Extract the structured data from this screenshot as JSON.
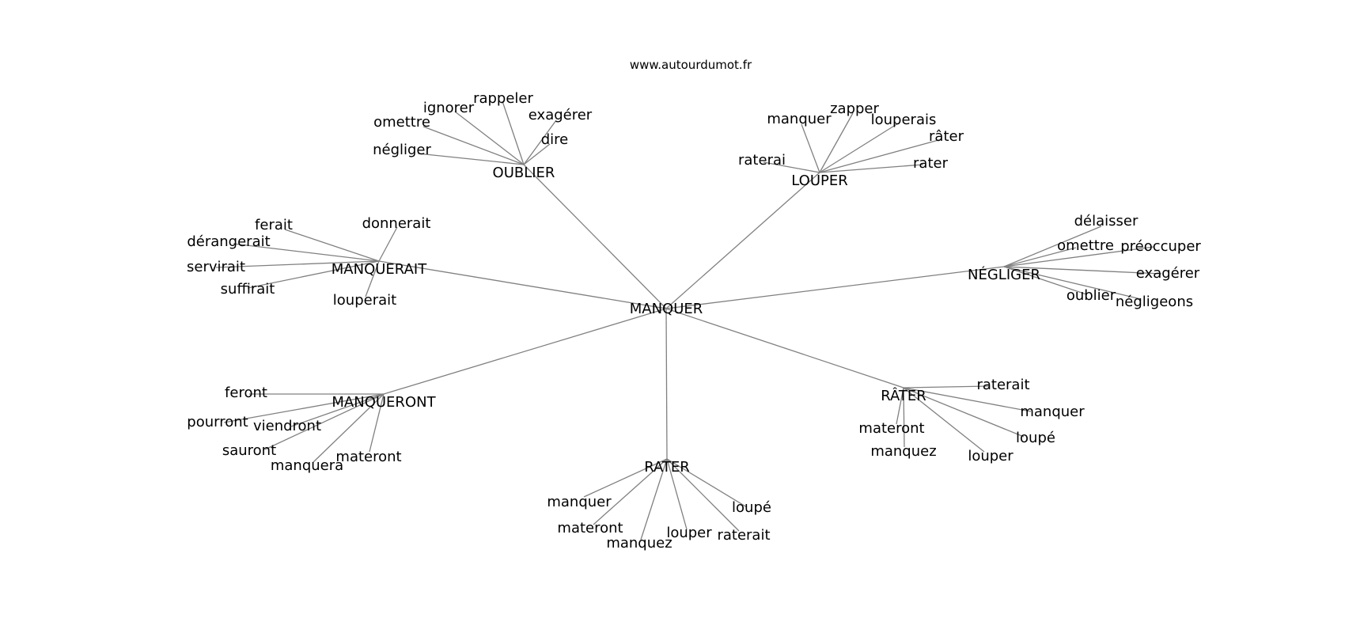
{
  "watermark": "www.autourdumot.fr",
  "colors": {
    "edge": "#808080",
    "text": "#000000",
    "background": "#ffffff"
  },
  "graph": {
    "root": "MANQUER",
    "hubs": [
      {
        "id": "oublier",
        "label": "OUBLIER",
        "leaves": [
          "omettre",
          "ignorer",
          "rappeler",
          "exagérer",
          "dire",
          "négliger"
        ]
      },
      {
        "id": "louper",
        "label": "LOUPER",
        "leaves": [
          "manquer",
          "zapper",
          "louperais",
          "râter",
          "raterai",
          "rater"
        ]
      },
      {
        "id": "manquerait",
        "label": "MANQUERAIT",
        "leaves": [
          "ferait",
          "donnerait",
          "dérangerait",
          "servirait",
          "suffirait",
          "louperait"
        ]
      },
      {
        "id": "negliger",
        "label": "NÉGLIGER",
        "leaves": [
          "délaisser",
          "omettre",
          "préoccuper",
          "exagérer",
          "oublier",
          "négligeons"
        ]
      },
      {
        "id": "manqueront",
        "label": "MANQUERONT",
        "leaves": [
          "feront",
          "pourront",
          "viendront",
          "sauront",
          "manquera",
          "materont"
        ]
      },
      {
        "id": "rater_hub",
        "label": "RÂTER",
        "leaves": [
          "raterait",
          "manquer",
          "loupé",
          "louper",
          "materont",
          "manquez"
        ]
      },
      {
        "id": "rater",
        "label": "RATER",
        "leaves": [
          "manquer",
          "materont",
          "manquez",
          "louper",
          "raterait",
          "loupé"
        ]
      }
    ]
  }
}
